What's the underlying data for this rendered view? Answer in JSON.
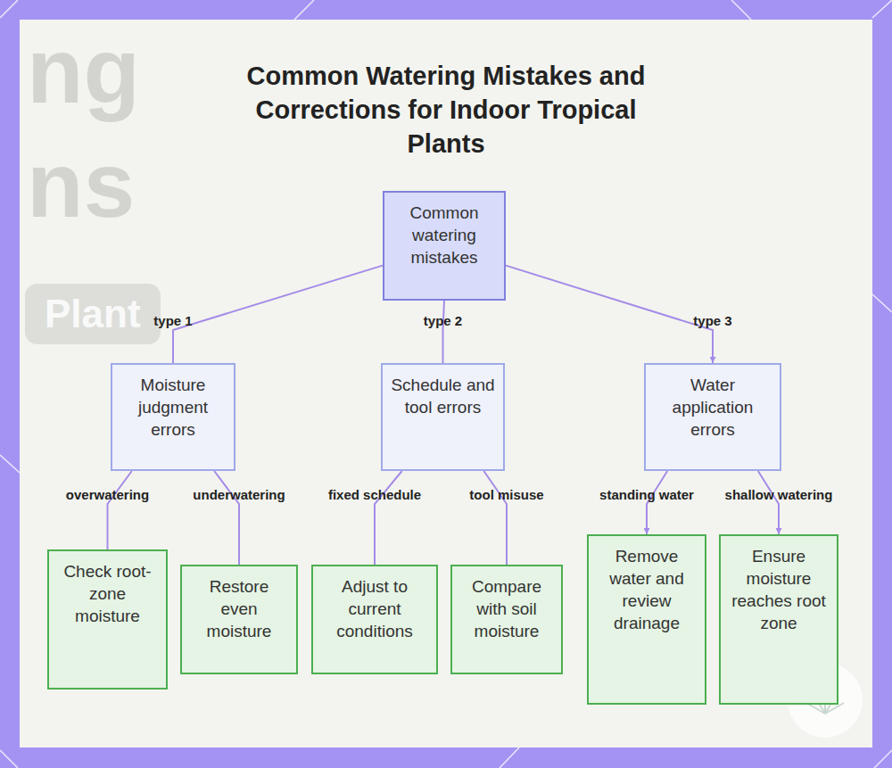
{
  "diagram": {
    "title": "Common Watering Mistakes and Corrections for Indoor Tropical Plants",
    "nodes": [
      {
        "text": [
          "Common watering mistakes"
        ]
      },
      {
        "text": [
          "Moisture judgment errors"
        ]
      },
      {
        "text": [
          "Schedule and tool errors"
        ]
      },
      {
        "text": [
          "Water application errors"
        ]
      },
      {
        "text": [
          "Check root-zone moisture"
        ]
      },
      {
        "text": [
          "Restore even moisture"
        ]
      },
      {
        "text": [
          "Adjust to current conditions"
        ]
      },
      {
        "text": [
          "Compare with soil moisture"
        ]
      },
      {
        "text": [
          "Remove water and review drainage"
        ]
      },
      {
        "text": [
          "Ensure moisture reaches root zone"
        ]
      }
    ],
    "edges": [
      {
        "from": 0,
        "to": 1,
        "label": "type 1",
        "arrow": "none"
      },
      {
        "from": 0,
        "to": 2,
        "label": "type 2",
        "arrow": "none"
      },
      {
        "from": 0,
        "to": 3,
        "label": "type 3",
        "arrow": "to"
      },
      {
        "from": 1,
        "to": 4,
        "label": "overwatering",
        "arrow": "none"
      },
      {
        "from": 1,
        "to": 5,
        "label": "underwatering",
        "arrow": "none"
      },
      {
        "from": 2,
        "to": 6,
        "label": "fixed schedule",
        "arrow": "none"
      },
      {
        "from": 2,
        "to": 7,
        "label": "tool misuse",
        "arrow": "none"
      },
      {
        "from": 3,
        "to": 8,
        "label": "standing water",
        "arrow": "to"
      },
      {
        "from": 3,
        "to": 9,
        "label": "shallow watering",
        "arrow": "to"
      }
    ],
    "labels": [
      "ng",
      "ns",
      "Plant"
    ]
  }
}
